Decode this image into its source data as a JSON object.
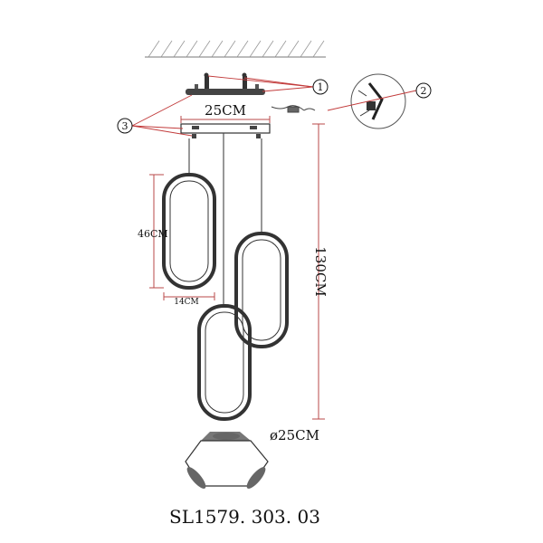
{
  "dimensions": {
    "width": "25CM",
    "total_height": "130CM",
    "ring_height": "46CM",
    "ring_width": "14CM",
    "base_diameter": "ø25CM"
  },
  "callouts": [
    "1",
    "2",
    "3"
  ],
  "model_code": "SL1579. 303. 03",
  "colors": {
    "dimension_line": "#b84a4a",
    "leader_line": "#c23b3b",
    "outline": "#333333"
  }
}
